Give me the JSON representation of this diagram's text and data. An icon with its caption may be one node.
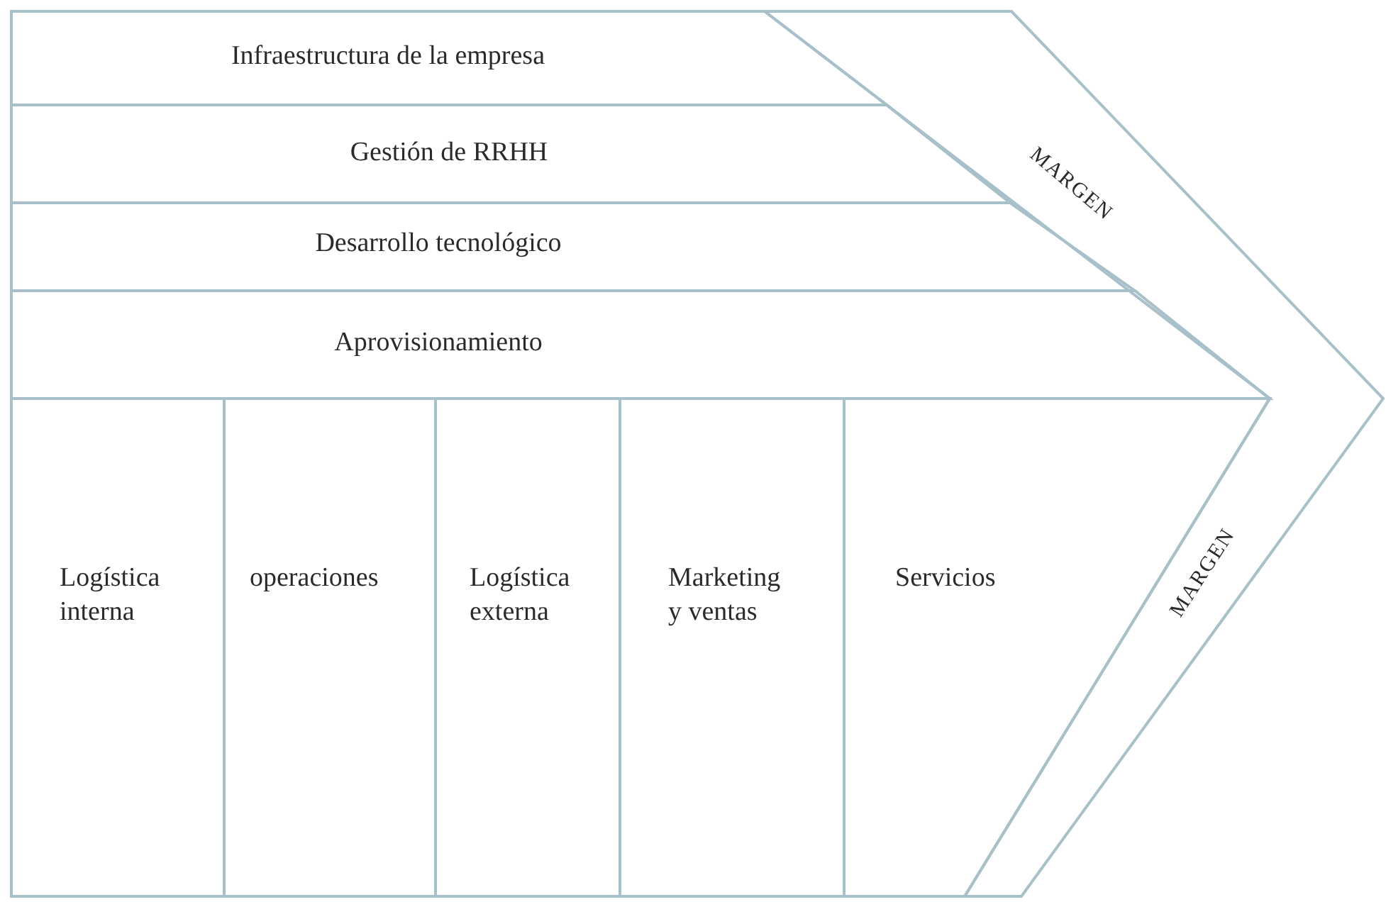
{
  "diagram": {
    "nodes": [
      {
        "text": [
          "Infraestructura de la empresa"
        ]
      },
      {
        "text": [
          "Gestión de RRHH"
        ]
      },
      {
        "text": [
          "Desarrollo tecnológico"
        ]
      },
      {
        "text": [
          "Aprovisionamiento"
        ]
      },
      {
        "text": [
          "Logística interna"
        ]
      },
      {
        "text": [
          "operaciones"
        ]
      },
      {
        "text": [
          "Logística externa"
        ]
      },
      {
        "text": [
          "Marketing y ventas"
        ]
      },
      {
        "text": [
          "Servicios"
        ]
      },
      {
        "text": [
          "MARGEN",
          "MARGEN"
        ]
      }
    ]
  }
}
